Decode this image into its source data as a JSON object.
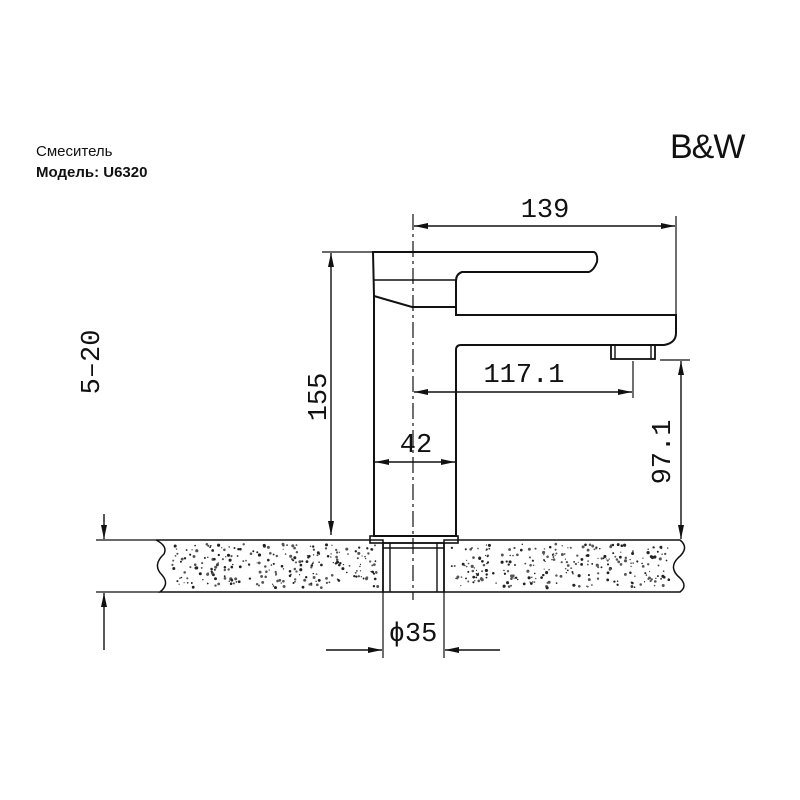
{
  "header": {
    "product_type": "Смеситель",
    "model": "Модель: U6320",
    "brand": "B&W"
  },
  "dimensions": {
    "width_total": "139",
    "spout_reach": "117.1",
    "height_total": "155",
    "body_width": "42",
    "spout_height": "97.1",
    "countertop_thickness": "5–20",
    "hole_diameter": "ϕ35"
  }
}
